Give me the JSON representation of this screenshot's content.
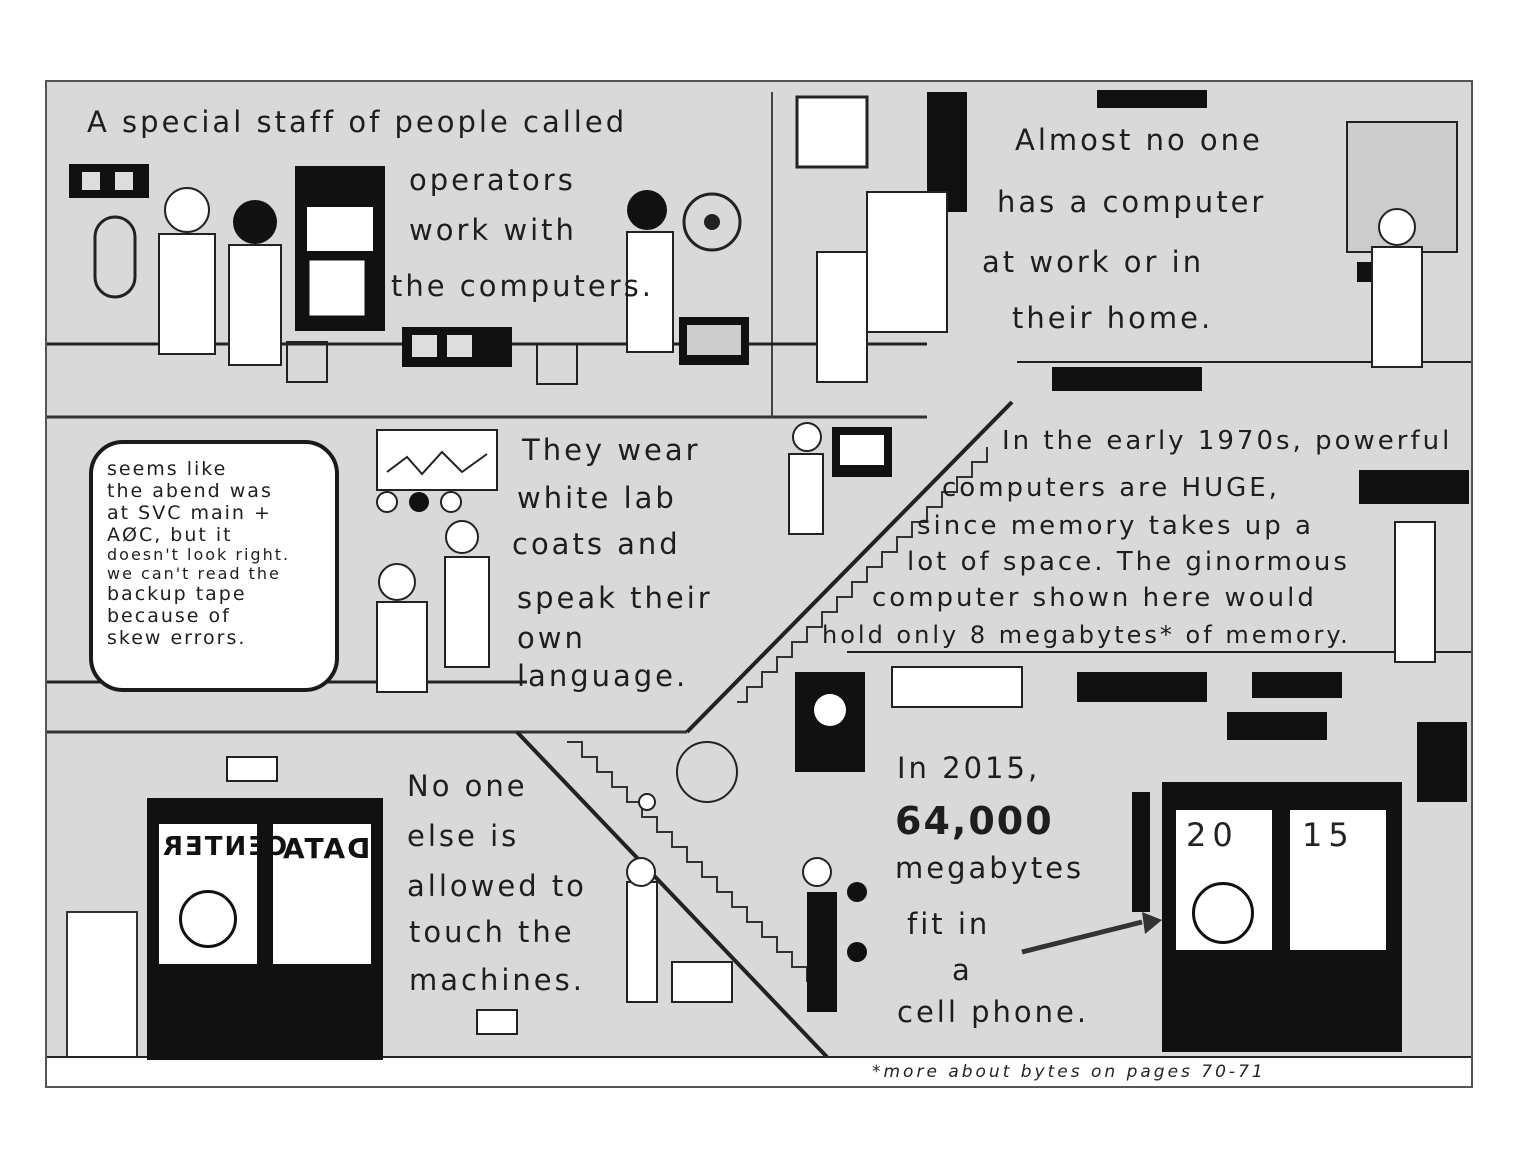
{
  "panels": {
    "top_left": {
      "line1": "A special staff of people called",
      "line2": "operators",
      "line3": "work with",
      "line4": "the computers."
    },
    "top_right": {
      "line1": "Almost no one",
      "line2": "has a computer",
      "line3": "at work or in",
      "line4": "their home."
    },
    "middle_left": {
      "line1": "They wear",
      "line2": "white lab",
      "line3": "coats and",
      "line4": "speak their",
      "line5": "own",
      "line6": "language."
    },
    "speech_bubble": {
      "line1": "seems like",
      "line2": "the abend was",
      "line3": "at SVC main +",
      "line4": "AØC, but it",
      "line5": "doesn't look right.",
      "line6": "we can't read the",
      "line7": "backup tape",
      "line8": "because of",
      "line9": "skew errors."
    },
    "middle_right": {
      "line1": "In the early 1970s, powerful",
      "line2": "computers are HUGE,",
      "line3": "since memory takes up a",
      "line4": "lot of space. The ginormous",
      "line5": "computer shown here would",
      "line6": "hold only 8 megabytes* of memory."
    },
    "bottom_left": {
      "line1": "No one",
      "line2": "else is",
      "line3": "allowed to",
      "line4": "touch the",
      "line5": "machines."
    },
    "bottom_right": {
      "line1": "In 2015,",
      "line2": "64,000",
      "line3": "megabytes",
      "line4": "fit in",
      "line5": "a",
      "line6": "cell phone."
    }
  },
  "data_center_door": {
    "left_label": "CENTER",
    "right_label": "DATA"
  },
  "phone_door": {
    "left_number": "20",
    "right_number": "15"
  },
  "footnote": "*more about bytes on pages 70-71"
}
